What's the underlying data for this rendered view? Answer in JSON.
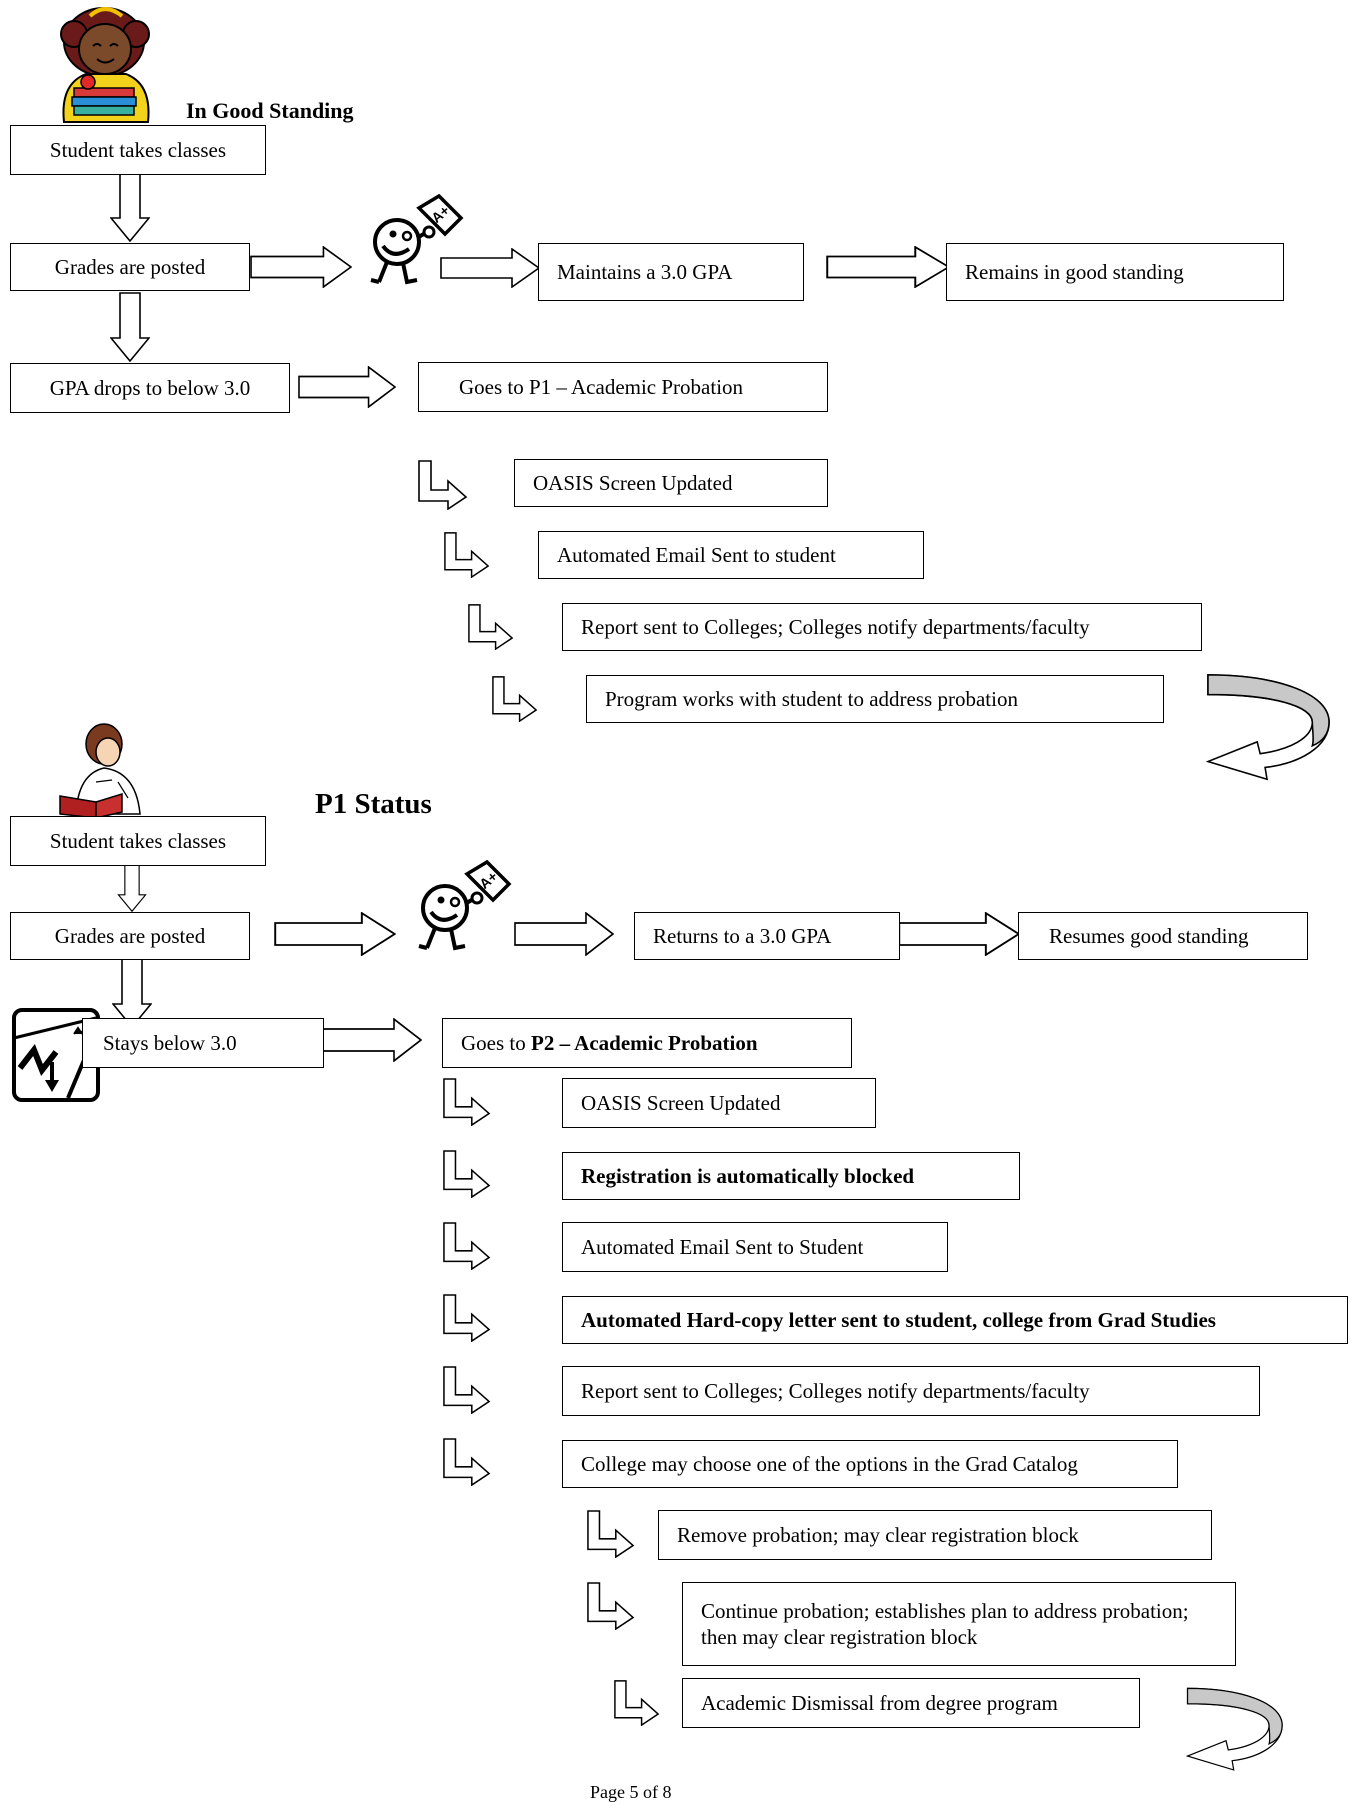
{
  "section1": {
    "title": "In Good Standing",
    "take_classes": "Student takes classes",
    "grades_posted": "Grades are posted",
    "maintains": "Maintains a 3.0 GPA",
    "remains": "Remains in good standing",
    "gpa_drops": "GPA drops to below 3.0",
    "goes_p1": "Goes to P1 – Academic Probation",
    "steps": [
      "OASIS Screen Updated",
      "Automated Email Sent to student",
      "Report sent to Colleges; Colleges notify departments/faculty",
      "Program works with student to address probation"
    ]
  },
  "section2": {
    "title": "P1 Status",
    "take_classes": "Student takes classes",
    "grades_posted": "Grades are posted",
    "returns": "Returns to a 3.0 GPA",
    "resumes": "Resumes good standing",
    "stays_below": "Stays below 3.0",
    "goes_p2_prefix": "Goes to ",
    "goes_p2_bold": "P2 – Academic Probation",
    "steps": [
      "OASIS Screen Updated",
      "Registration is automatically blocked",
      "Automated Email Sent to Student",
      "Automated Hard-copy letter sent to student, college from Grad Studies",
      "Report sent to Colleges; Colleges notify departments/faculty",
      "College may choose one of the options in the Grad Catalog"
    ],
    "options": [
      "Remove probation; may clear registration block",
      "Continue probation; establishes plan to address probation; then may clear registration block",
      "Academic Dismissal from degree program"
    ]
  },
  "footer": "Page 5 of 8"
}
